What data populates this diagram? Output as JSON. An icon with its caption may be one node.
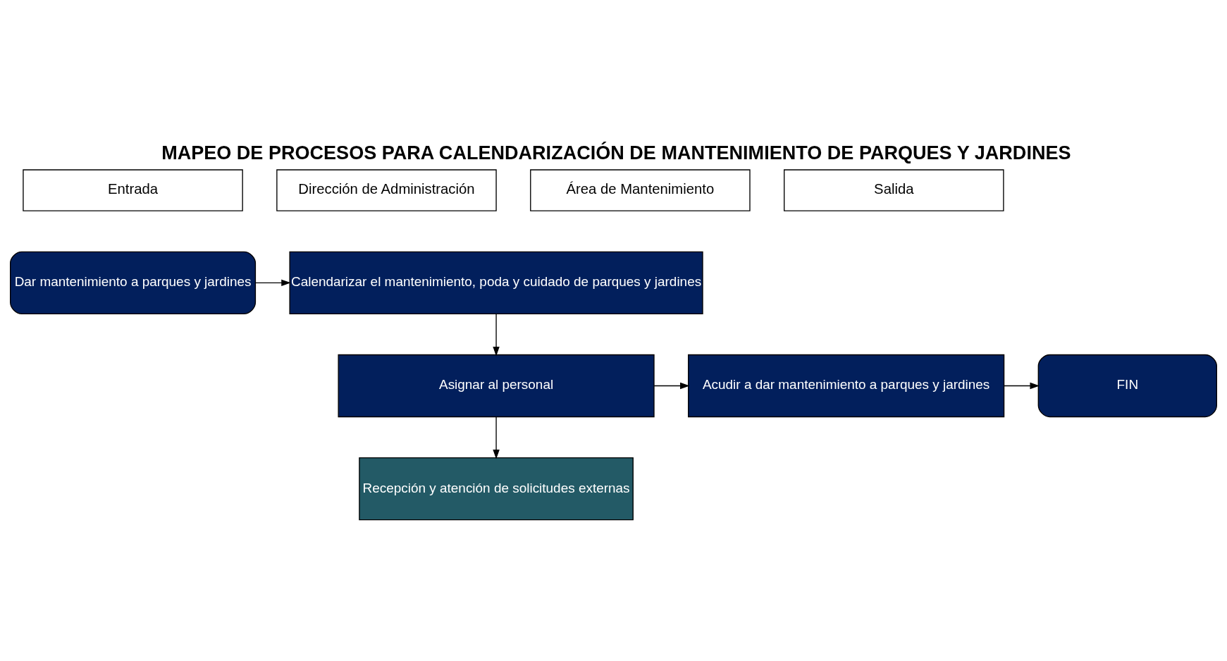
{
  "diagram": {
    "title": "MAPEO DE PROCESOS PARA CALENDARIZACIÓN DE MANTENIMIENTO DE PARQUES Y JARDINES",
    "nodes": [
      {
        "text": [
          "Dar mantenimiento a parques y jardines"
        ]
      },
      {
        "text": [
          "Calendarizar el mantenimiento, poda y cuidado de parques y jardines"
        ]
      },
      {
        "text": [
          "Asignar al personal"
        ]
      },
      {
        "text": [
          "Acudir a dar mantenimiento a parques y jardines"
        ]
      },
      {
        "text": [
          "FIN"
        ]
      },
      {
        "text": [
          "Recepción y atención de solicitudes externas"
        ]
      }
    ],
    "edges": [
      {
        "from": 0,
        "to": 1,
        "arrow": "to"
      },
      {
        "from": 1,
        "to": 2,
        "arrow": "to"
      },
      {
        "from": 2,
        "to": 3,
        "arrow": "to"
      },
      {
        "from": 3,
        "to": 4,
        "arrow": "to"
      },
      {
        "from": 2,
        "to": 5,
        "arrow": "to"
      }
    ],
    "labels": [
      "Entrada",
      "Dirección de Administración",
      "Área de Mantenimiento",
      "Salida"
    ]
  }
}
